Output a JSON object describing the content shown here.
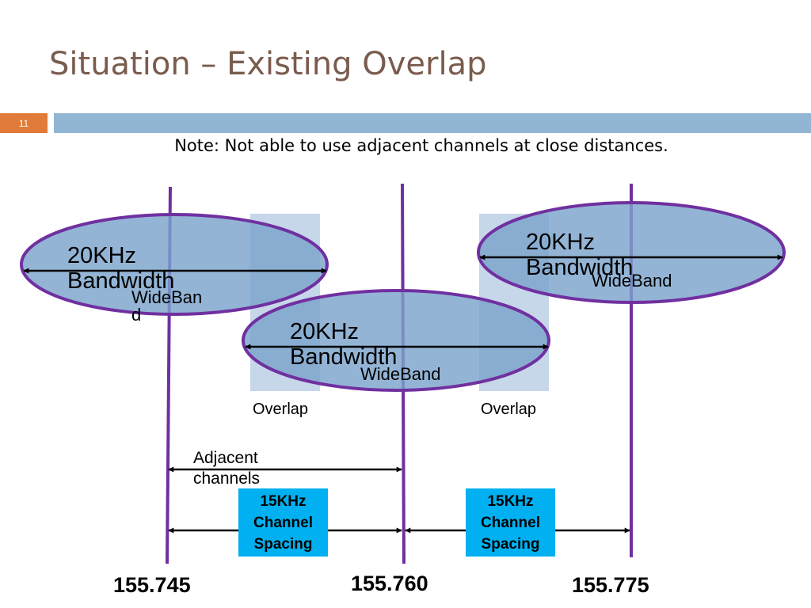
{
  "slide": {
    "title": "Situation – Existing Overlap",
    "page_number": "11",
    "note": "Note: Not able to use adjacent channels at close distances."
  },
  "channels": [
    {
      "bandwidth_line1": "20KHz",
      "bandwidth_line2": "Bandwidth",
      "wideband_line1": "WideBan",
      "wideband_line2": "d"
    },
    {
      "bandwidth_line1": "20KHz",
      "bandwidth_line2": "Bandwidth",
      "wideband": "WideBand"
    },
    {
      "bandwidth_line1": "20KHz",
      "bandwidth_line2": "Bandwidth",
      "wideband": "WideBand"
    }
  ],
  "overlaps": [
    "Overlap",
    "Overlap"
  ],
  "adjacent": {
    "line1": "Adjacent",
    "line2": "channels"
  },
  "spacing_boxes": [
    {
      "line1": "15KHz",
      "line2": "Channel",
      "line3": "Spacing"
    },
    {
      "line1": "15KHz",
      "line2": "Channel",
      "line3": "Spacing"
    }
  ],
  "frequencies": [
    "155.745",
    "155.760",
    "155.775"
  ],
  "colors": {
    "title": "#7a5c4e",
    "page_number_box": "#e07b39",
    "header_bar": "#92b5d3",
    "channel_line": "#7030a0",
    "ellipse_fill": "#7ba3cc",
    "overlap_fill": "#c6d7ea",
    "spacing_box": "#00b0f0"
  }
}
